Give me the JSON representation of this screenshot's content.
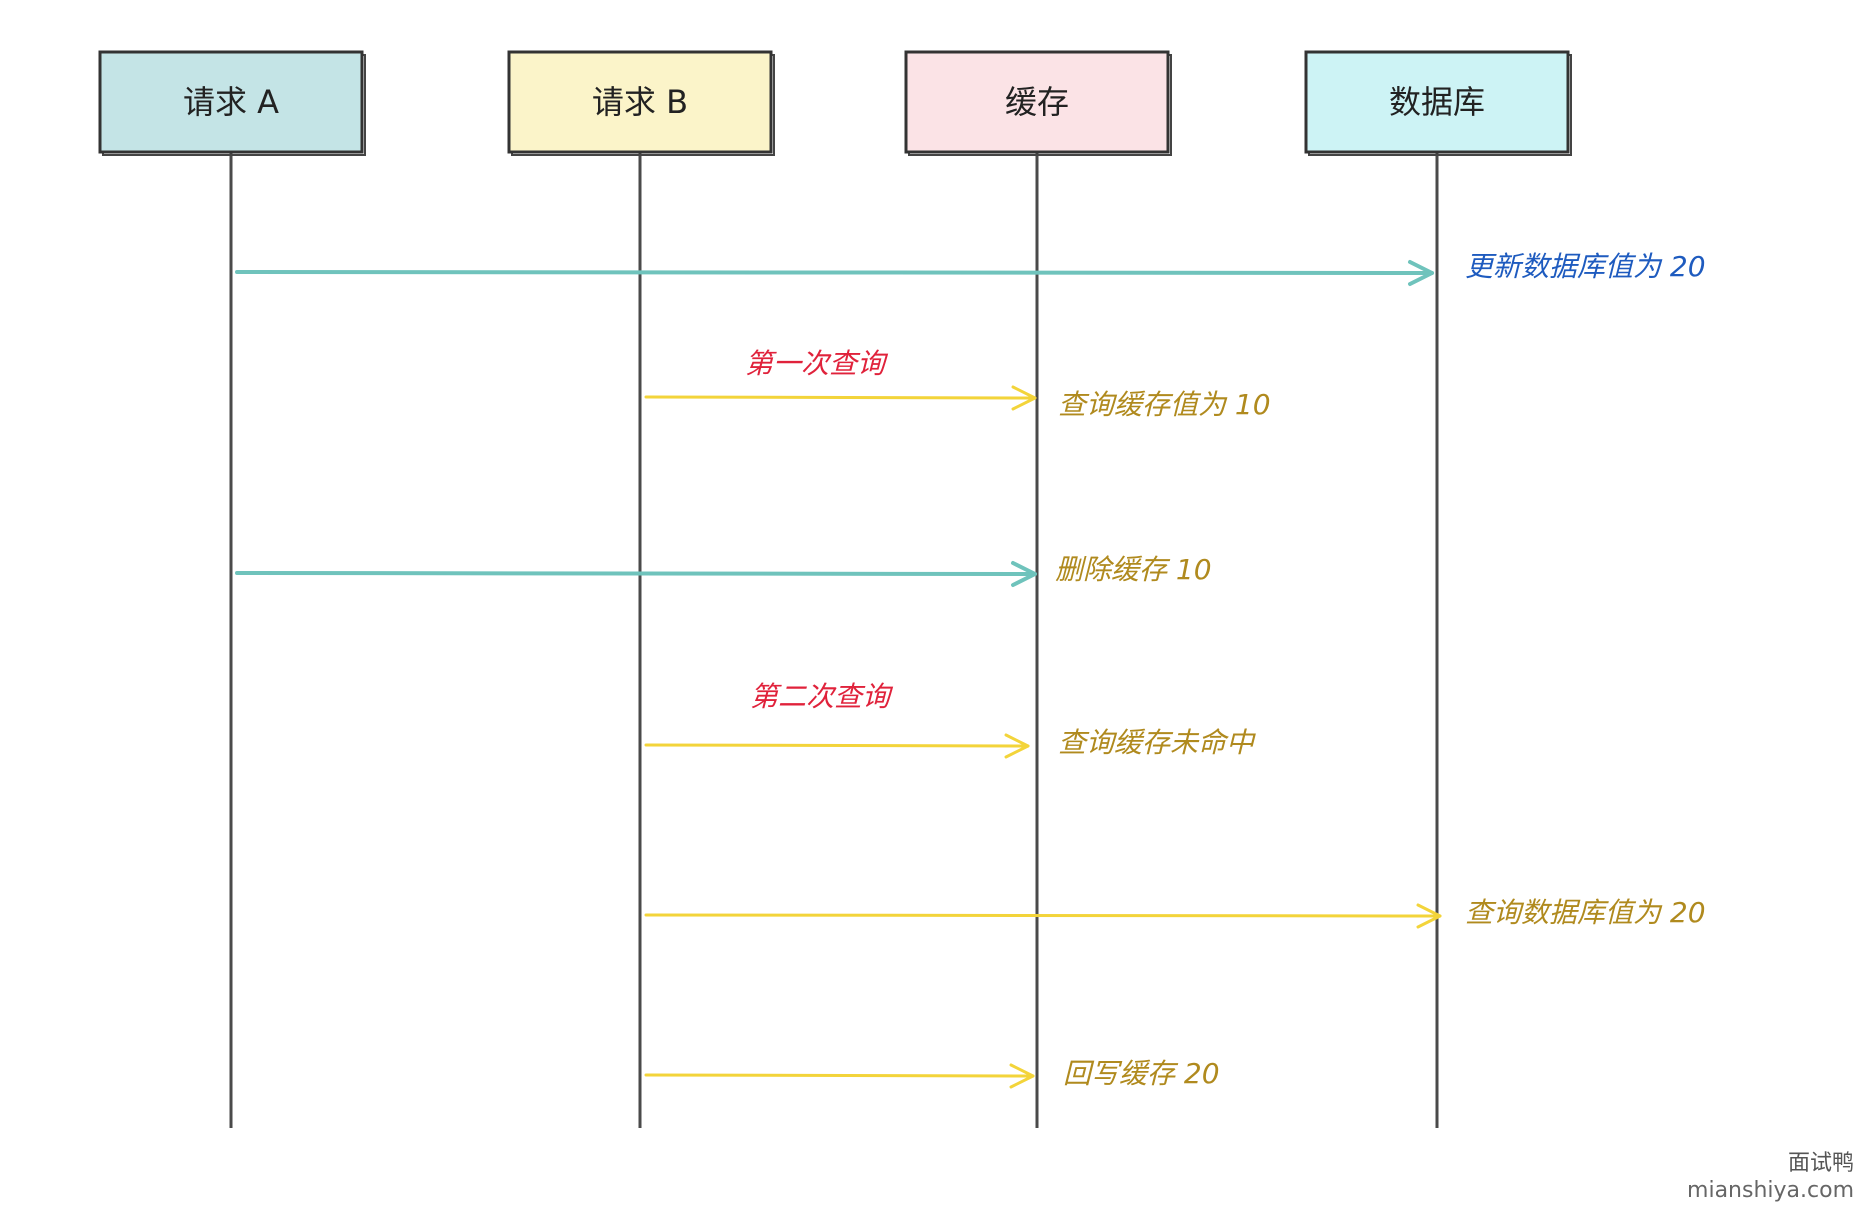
{
  "participants": [
    {
      "id": "A",
      "label": "请求 A",
      "fill": "#c4e4e6"
    },
    {
      "id": "B",
      "label": "请求 B",
      "fill": "#fbf4c9"
    },
    {
      "id": "C",
      "label": "缓存",
      "fill": "#fbe3e6"
    },
    {
      "id": "DB",
      "label": "数据库",
      "fill": "#cdf3f5"
    }
  ],
  "messages": [
    {
      "from": "A",
      "to": "DB",
      "color": "#6fc3bc",
      "label": "更新数据库值为 20",
      "label_color": "#1e5bbf"
    },
    {
      "from": "B",
      "to": "C",
      "color": "#f3d43a",
      "label": "查询缓存值为 10",
      "label_color": "#b08a1e",
      "note": "第一次查询",
      "note_color": "#e0223b"
    },
    {
      "from": "A",
      "to": "C",
      "color": "#6fc3bc",
      "label": "删除缓存 10",
      "label_color": "#b08a1e"
    },
    {
      "from": "B",
      "to": "C",
      "color": "#f3d43a",
      "label": "查询缓存未命中",
      "label_color": "#b08a1e",
      "note": "第二次查询",
      "note_color": "#e0223b"
    },
    {
      "from": "B",
      "to": "DB",
      "color": "#f3d43a",
      "label": "查询数据库值为 20",
      "label_color": "#b08a1e"
    },
    {
      "from": "B",
      "to": "C",
      "color": "#f3d43a",
      "label": "回写缓存 20",
      "label_color": "#b08a1e"
    }
  ],
  "watermark": {
    "cn": "面试鸭",
    "en": "mianshiya.com"
  }
}
